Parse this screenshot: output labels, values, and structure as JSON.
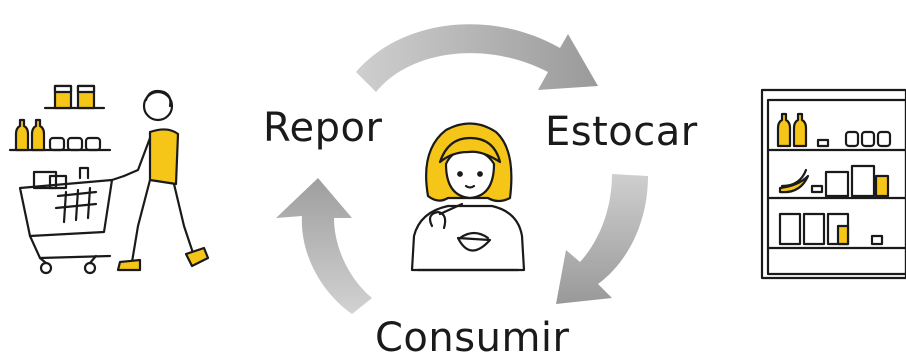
{
  "cycle": {
    "steps": [
      "Repor",
      "Estocar",
      "Consumir"
    ]
  },
  "colors": {
    "arrow": "#a9a9a9",
    "accent": "#f5c518",
    "ink": "#1a1a1a"
  },
  "illustrations": {
    "left": "shopper-with-cart-icon",
    "center": "girl-eating-icon",
    "right": "stocked-shelf-icon"
  }
}
